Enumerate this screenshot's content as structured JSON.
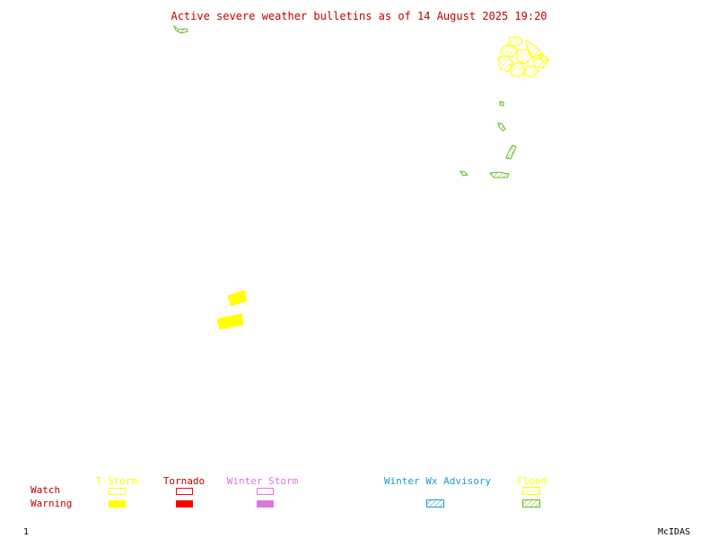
{
  "title": "Active severe weather bulletins as of 14 August 2025 19:20",
  "legend": {
    "rows": {
      "watch": "Watch",
      "warning": "Warning"
    },
    "categories": [
      {
        "key": "tstorm",
        "label": "T-Storm",
        "color": "#ffff00",
        "watch_style": "outline",
        "warning_style": "solid"
      },
      {
        "key": "tornado",
        "label": "Tornado",
        "color": "#ff0000",
        "watch_style": "outline",
        "warning_style": "solid"
      },
      {
        "key": "winter_storm",
        "label": "Winter Storm",
        "color": "#dd77dd",
        "watch_style": "outline",
        "warning_style": "solid"
      },
      {
        "key": "winter_wx_advisory",
        "label": "Winter Wx Advisory",
        "color": "#2299cc",
        "watch_style": "none",
        "warning_style": "hatched"
      },
      {
        "key": "flood",
        "label": "Flood",
        "color": "#ffff00",
        "watch_style": "hatched",
        "warning_style": "hatched",
        "warning_color": "#66bb22"
      }
    ]
  },
  "colors": {
    "title": "#c00000",
    "row_labels": "#c00000",
    "tstorm": "#ffff00",
    "tornado": "#ff0000",
    "winter_storm": "#dd77dd",
    "winter_wx_advisory": "#2299cc",
    "flood_watch": "#ffff00",
    "flood_warning": "#66bb22"
  },
  "footer": {
    "frame_number": "1",
    "software": "McIDAS"
  }
}
